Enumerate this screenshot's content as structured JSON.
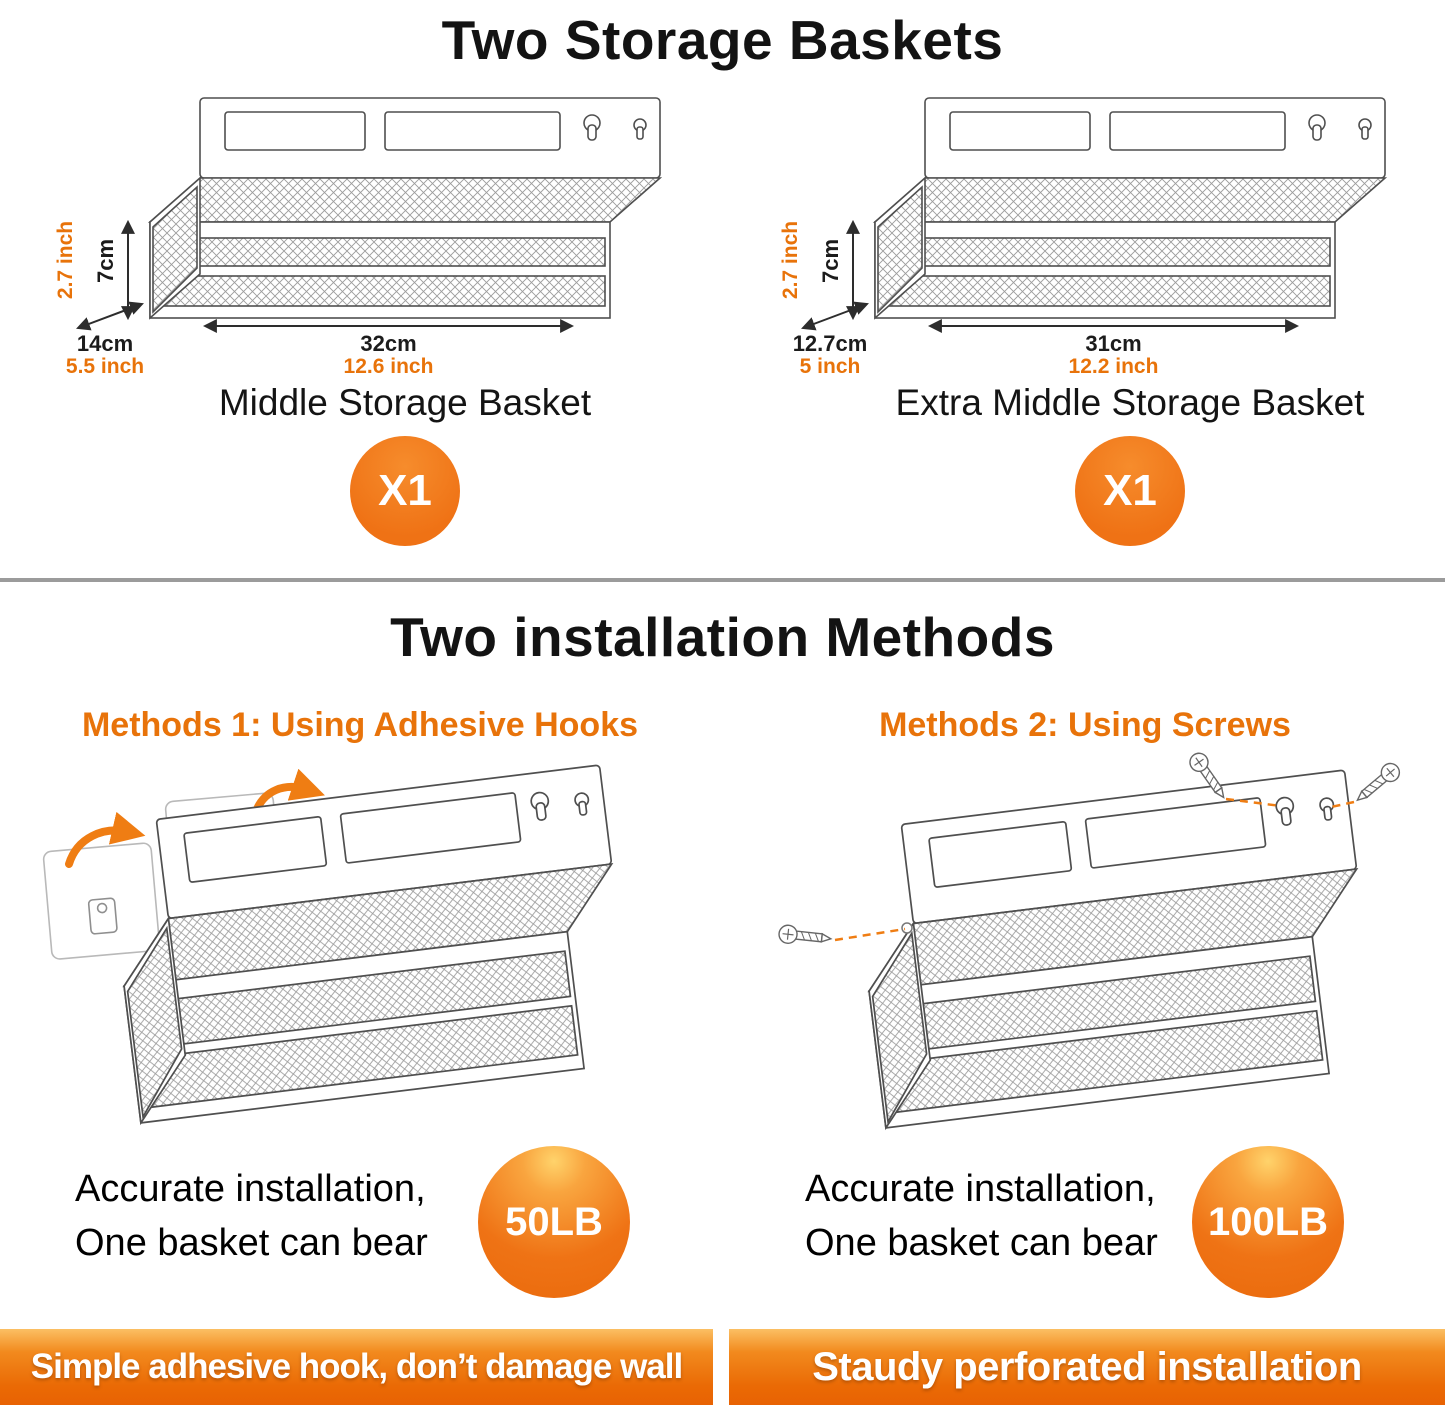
{
  "section1": {
    "title": "Two Storage Baskets",
    "basket1": {
      "name": "Middle Storage Basket",
      "qty": "X1",
      "height_cm": "7cm",
      "height_inch": "2.7 inch",
      "depth_cm": "14cm",
      "depth_inch": "5.5 inch",
      "width_cm": "32cm",
      "width_inch": "12.6 inch"
    },
    "basket2": {
      "name": "Extra Middle Storage Basket",
      "qty": "X1",
      "height_cm": "7cm",
      "height_inch": "2.7 inch",
      "depth_cm": "12.7cm",
      "depth_inch": "5 inch",
      "width_cm": "31cm",
      "width_inch": "12.2 inch"
    }
  },
  "section2": {
    "title": "Two installation Methods",
    "method1": {
      "title": "Methods 1: Using Adhesive Hooks",
      "capacity_line1": "Accurate installation,",
      "capacity_line2": "One basket can bear",
      "capacity_badge": "50LB",
      "banner": "Simple adhesive hook, don’t damage wall"
    },
    "method2": {
      "title": "Methods 2: Using Screws",
      "capacity_line1": "Accurate installation,",
      "capacity_line2": "One basket can bear",
      "capacity_badge": "100LB",
      "banner": "Staudy perforated installation"
    }
  },
  "colors": {
    "accent_orange": "#e8730a",
    "badge_orange": "#ef7315",
    "banner_orange_dark": "#e86203"
  }
}
